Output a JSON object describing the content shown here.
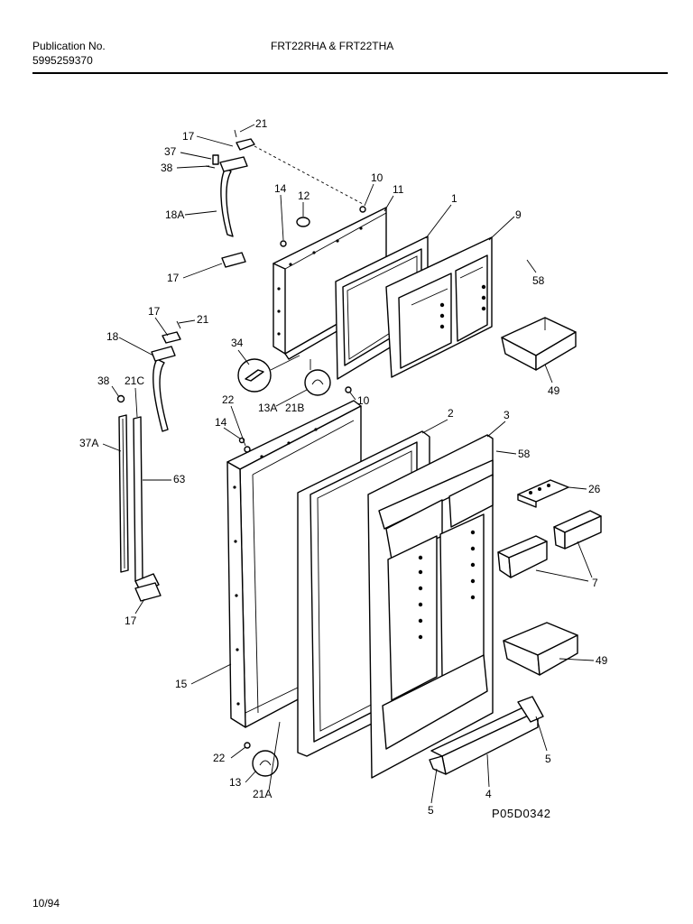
{
  "header": {
    "publication_label": "Publication No.",
    "publication_number": "5995259370",
    "models": "FRT22RHA & FRT22THA"
  },
  "footer": {
    "date": "10/94",
    "diagram_code": "P05D0342"
  },
  "callouts": [
    "21",
    "17",
    "37",
    "38",
    "18A",
    "17",
    "14",
    "12",
    "10",
    "11",
    "1",
    "9",
    "58",
    "17",
    "21",
    "18",
    "34",
    "38",
    "21C",
    "22",
    "14",
    "13A",
    "21B",
    "10",
    "37A",
    "63",
    "49",
    "2",
    "3",
    "58",
    "26",
    "7",
    "17",
    "15",
    "22",
    "13",
    "21A",
    "5",
    "4",
    "5",
    "49"
  ]
}
